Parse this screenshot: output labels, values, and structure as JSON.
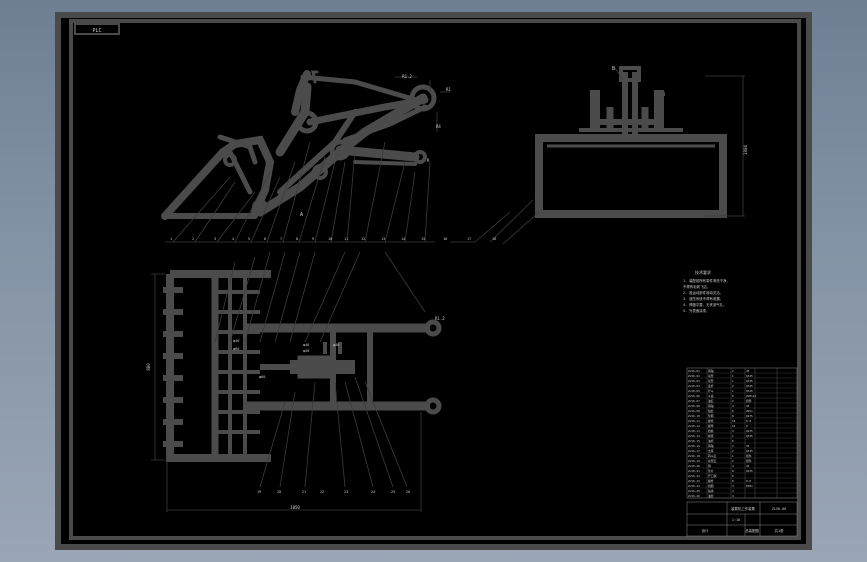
{
  "drawing": {
    "title_tag": "PLC",
    "side_view": {
      "dim_top": "R1.2",
      "dim_right_a": "R1",
      "dim_right_b": "R4",
      "dim_small": "R",
      "center_mark": "A"
    },
    "front_view": {
      "height_dim": "1004",
      "top_mark": "B"
    },
    "plan_view": {
      "width_dim": "1050",
      "arm_dim": "R1.2",
      "left_dim": "880",
      "tags": [
        "φ40",
        "φ60",
        "φ40",
        "φ50",
        "φ40",
        "φ60"
      ]
    },
    "callouts_top": [
      "1",
      "2",
      "3",
      "4",
      "5",
      "6",
      "7",
      "8",
      "9",
      "10",
      "11",
      "12",
      "13",
      "14",
      "15",
      "16",
      "17",
      "18"
    ],
    "callouts_bottom": [
      "19",
      "20",
      "21",
      "22",
      "23",
      "24",
      "25",
      "26"
    ],
    "tech_req": {
      "heading": "技术要求",
      "lines": [
        "1. 装配前所有零件清洗干净，",
        "   不得有毛刺飞边。",
        "2. 各运动部件转动灵活，",
        "3. 液压系统不得有泄漏。",
        "4. 焊缝平整，无夹渣气孔。",
        "5. 外表面涂漆。"
      ]
    },
    "bom": {
      "rows": [
        [
          "ZL50-01",
          "销轴",
          "2",
          "45",
          ""
        ],
        [
          "ZL50-02",
          "动臂",
          "1",
          "Q345",
          ""
        ],
        [
          "ZL50-03",
          "摇臂",
          "1",
          "Q345",
          ""
        ],
        [
          "ZL50-04",
          "连杆",
          "2",
          "Q345",
          ""
        ],
        [
          "ZL50-05",
          "铲斗",
          "1",
          "Q345",
          ""
        ],
        [
          "ZL50-06",
          "斗齿",
          "8",
          "ZGMn13",
          ""
        ],
        [
          "ZL50-07",
          "油缸",
          "2",
          "组件",
          ""
        ],
        [
          "ZL50-08",
          "销轴",
          "4",
          "45",
          ""
        ],
        [
          "ZL50-09",
          "轴套",
          "8",
          "ZQSn",
          ""
        ],
        [
          "ZL50-10",
          "垫圈",
          "8",
          "Q235",
          ""
        ],
        [
          "ZL50-11",
          "螺栓",
          "16",
          "8.8",
          ""
        ],
        [
          "ZL50-12",
          "螺母",
          "16",
          "8",
          ""
        ],
        [
          "ZL50-13",
          "挡板",
          "4",
          "Q235",
          ""
        ],
        [
          "ZL50-14",
          "横梁",
          "1",
          "Q345",
          ""
        ],
        [
          "ZL50-15",
          "油杯",
          "6",
          "",
          ""
        ],
        [
          "ZL50-16",
          "销轴",
          "2",
          "45",
          ""
        ],
        [
          "ZL50-17",
          "支座",
          "2",
          "Q345",
          ""
        ],
        [
          "ZL50-18",
          "转斗缸",
          "1",
          "组件",
          ""
        ],
        [
          "ZL50-19",
          "动臂缸",
          "2",
          "组件",
          ""
        ],
        [
          "ZL50-20",
          "销",
          "4",
          "45",
          ""
        ],
        [
          "ZL50-21",
          "垫片",
          "8",
          "Q235",
          ""
        ],
        [
          "ZL50-22",
          "开口销",
          "8",
          "",
          ""
        ],
        [
          "ZL50-23",
          "螺栓",
          "8",
          "8.8",
          ""
        ],
        [
          "ZL50-24",
          "挡圈",
          "4",
          "65Mn",
          ""
        ],
        [
          "ZL50-25",
          "轴承",
          "4",
          "",
          ""
        ],
        [
          "ZL50-26",
          "油管",
          "4",
          "",
          ""
        ]
      ]
    },
    "title_block": {
      "name": "装载机工作装置",
      "drawing_no": "ZL50-00",
      "scale": "1:10",
      "material_note": "总装配图",
      "school": "设计",
      "sheet": "共1张"
    }
  }
}
